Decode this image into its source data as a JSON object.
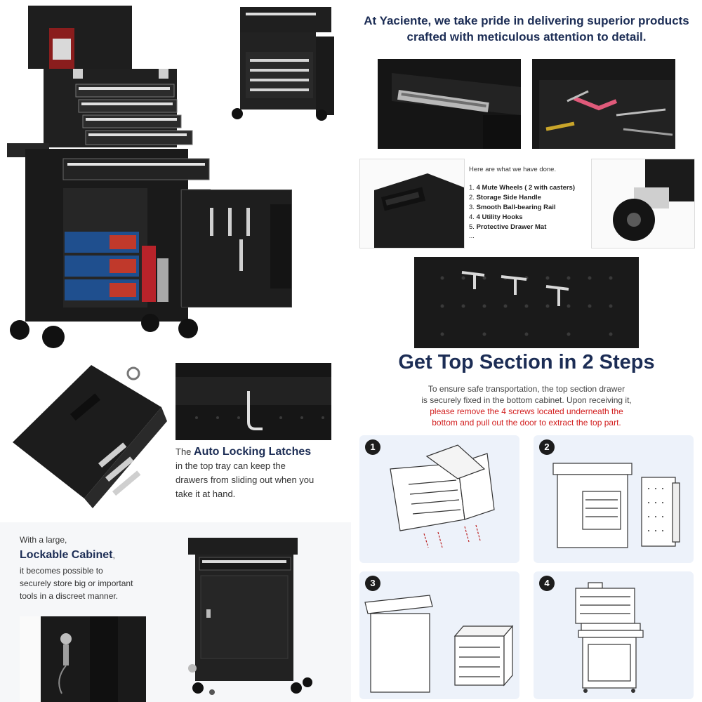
{
  "header": {
    "line1": "At Yaciente, we take pride in delivering superior products",
    "line2": "crafted with meticulous attention to detail."
  },
  "features": {
    "intro": "Here are what we have done.",
    "items": [
      {
        "num": "1.",
        "label": "4 Mute Wheels ( 2 with casters)"
      },
      {
        "num": "2.",
        "label": "Storage Side Handle"
      },
      {
        "num": "3.",
        "label": "Smooth Ball-bearing Rail"
      },
      {
        "num": "4.",
        "label": "4 Utility Hooks"
      },
      {
        "num": "5.",
        "label": "Protective Drawer Mat"
      }
    ],
    "ellipsis": "..."
  },
  "latches": {
    "prefix": "The ",
    "highlight": "Auto Locking Latches",
    "line2": "in the top tray can keep the",
    "line3": "drawers from sliding out when you",
    "line4": "take it at hand."
  },
  "cabinet": {
    "line1": "With a large,",
    "highlight": "Lockable Cabinet",
    "comma": ",",
    "line3": "it becomes possible to",
    "line4": "securely store big or important",
    "line5": "tools in a discreet manner."
  },
  "steps_section": {
    "title": "Get Top Section in 2 Steps",
    "desc1": "To ensure safe transportation, the top section drawer",
    "desc2": "is securely fixed in the bottom cabinet. Upon receiving it,",
    "warn1": "please remove the 4 screws located underneath the",
    "warn2": "bottom and pull out the door to extract the top part.",
    "steps": [
      {
        "num": "1"
      },
      {
        "num": "2"
      },
      {
        "num": "3"
      },
      {
        "num": "4"
      }
    ]
  },
  "colors": {
    "navy": "#1c2d55",
    "warning_red": "#d21f1f",
    "step_card_bg": "#edf2fa",
    "product_black": "#1b1b1b"
  }
}
